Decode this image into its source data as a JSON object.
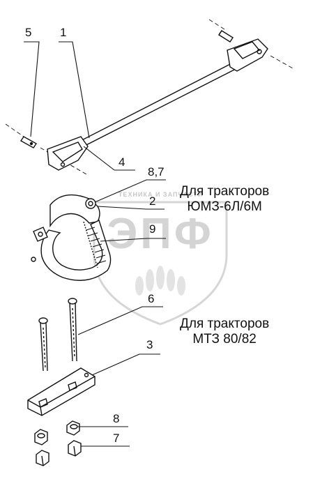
{
  "watermark": {
    "logo_text": "ЭПФ",
    "site_text": "ТЕХНИКА И ЗАПЧАСТИ",
    "color": "#cfcfcf"
  },
  "labels": {
    "l5": "5",
    "l1": "1",
    "l4": "4",
    "l87_top": "8,7",
    "l2": "2",
    "l9": "9",
    "l6": "6",
    "l3": "3",
    "l8": "8",
    "l7": "7"
  },
  "captions": {
    "top_line1": "Для тракторов",
    "top_line2": "ЮМЗ-6Л/6М",
    "bottom_line1": "Для тракторов",
    "bottom_line2": "МТЗ 80/82"
  },
  "colors": {
    "ink": "#111111"
  }
}
